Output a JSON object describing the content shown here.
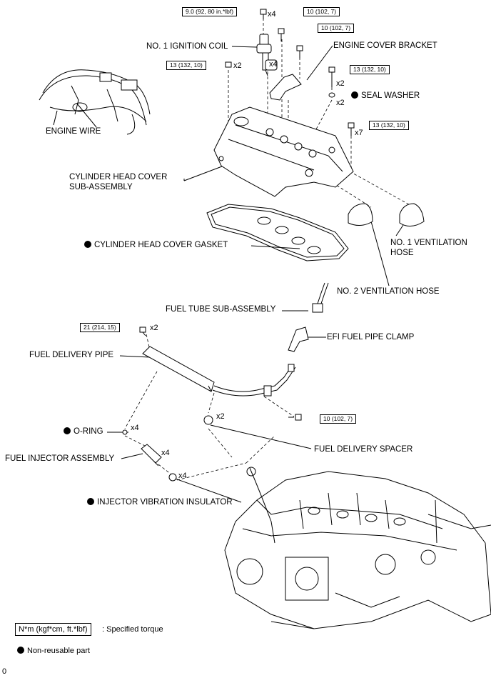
{
  "torque": {
    "t1": "9.0 (92, 80 in.*lbf)",
    "t2": "10 (102, 7)",
    "t3": "10 (102, 7)",
    "t4": "13 (132, 10)",
    "t5": "13 (132, 10)",
    "t6": "13 (132, 10)",
    "t7": "21 (214, 15)",
    "t8": "10 (102, 7)"
  },
  "qty": {
    "q1": "x4",
    "q2": "x4",
    "q3": "x2",
    "q4": "x2",
    "q5": "x2",
    "q6": "x7",
    "q7": "x2",
    "q8": "x2",
    "q9": "x4",
    "q10": "x4",
    "q11": "x4"
  },
  "labels": {
    "ignition_coil": "NO. 1 IGNITION COIL",
    "engine_cover_bracket": "ENGINE COVER BRACKET",
    "seal_washer": "SEAL WASHER",
    "engine_wire": "ENGINE WIRE",
    "cylinder_head_cover_1": "CYLINDER HEAD COVER",
    "cylinder_head_cover_2": "SUB-ASSEMBLY",
    "cylinder_head_cover_gasket": "CYLINDER HEAD COVER GASKET",
    "vent_hose1_1": "NO. 1 VENTILATION",
    "vent_hose1_2": "HOSE",
    "vent_hose2": "NO. 2 VENTILATION HOSE",
    "fuel_tube": "FUEL TUBE SUB-ASSEMBLY",
    "efi_clamp": "EFI FUEL PIPE CLAMP",
    "fuel_delivery_pipe": "FUEL DELIVERY PIPE",
    "o_ring": "O-RING",
    "fuel_injector": "FUEL INJECTOR ASSEMBLY",
    "fuel_delivery_spacer": "FUEL DELIVERY SPACER",
    "injector_insulator": "INJECTOR VIBRATION INSULATOR"
  },
  "legend": {
    "torque_box": "N*m (kgf*cm, ft.*lbf)",
    "torque_text": ": Specified torque",
    "nonreusable_text": "Non-reusable part"
  },
  "figure_code": "0"
}
